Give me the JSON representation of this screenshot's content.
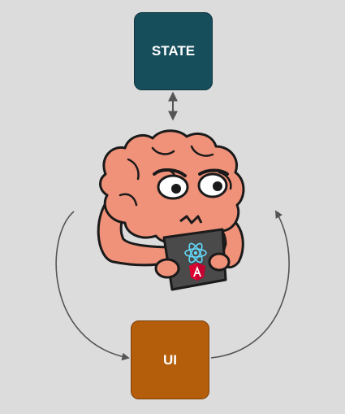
{
  "diagram": {
    "nodes": {
      "state": {
        "label": "STATE",
        "color": "#174e5c"
      },
      "ui": {
        "label": "UI",
        "color": "#b45e0b"
      }
    },
    "mascot": {
      "description_icon": "brain-mascot-icon",
      "sign_icons": [
        "react-logo-icon",
        "angular-logo-icon"
      ]
    },
    "edges": [
      {
        "from": "state",
        "to": "mascot",
        "type": "bidirectional"
      },
      {
        "from": "mascot",
        "to": "ui",
        "type": "curved-arrow"
      },
      {
        "from": "ui",
        "to": "mascot",
        "type": "curved-arrow"
      }
    ],
    "colors": {
      "background": "#dcdcdc",
      "edge": "#555555",
      "brain": "#f0927a"
    }
  }
}
